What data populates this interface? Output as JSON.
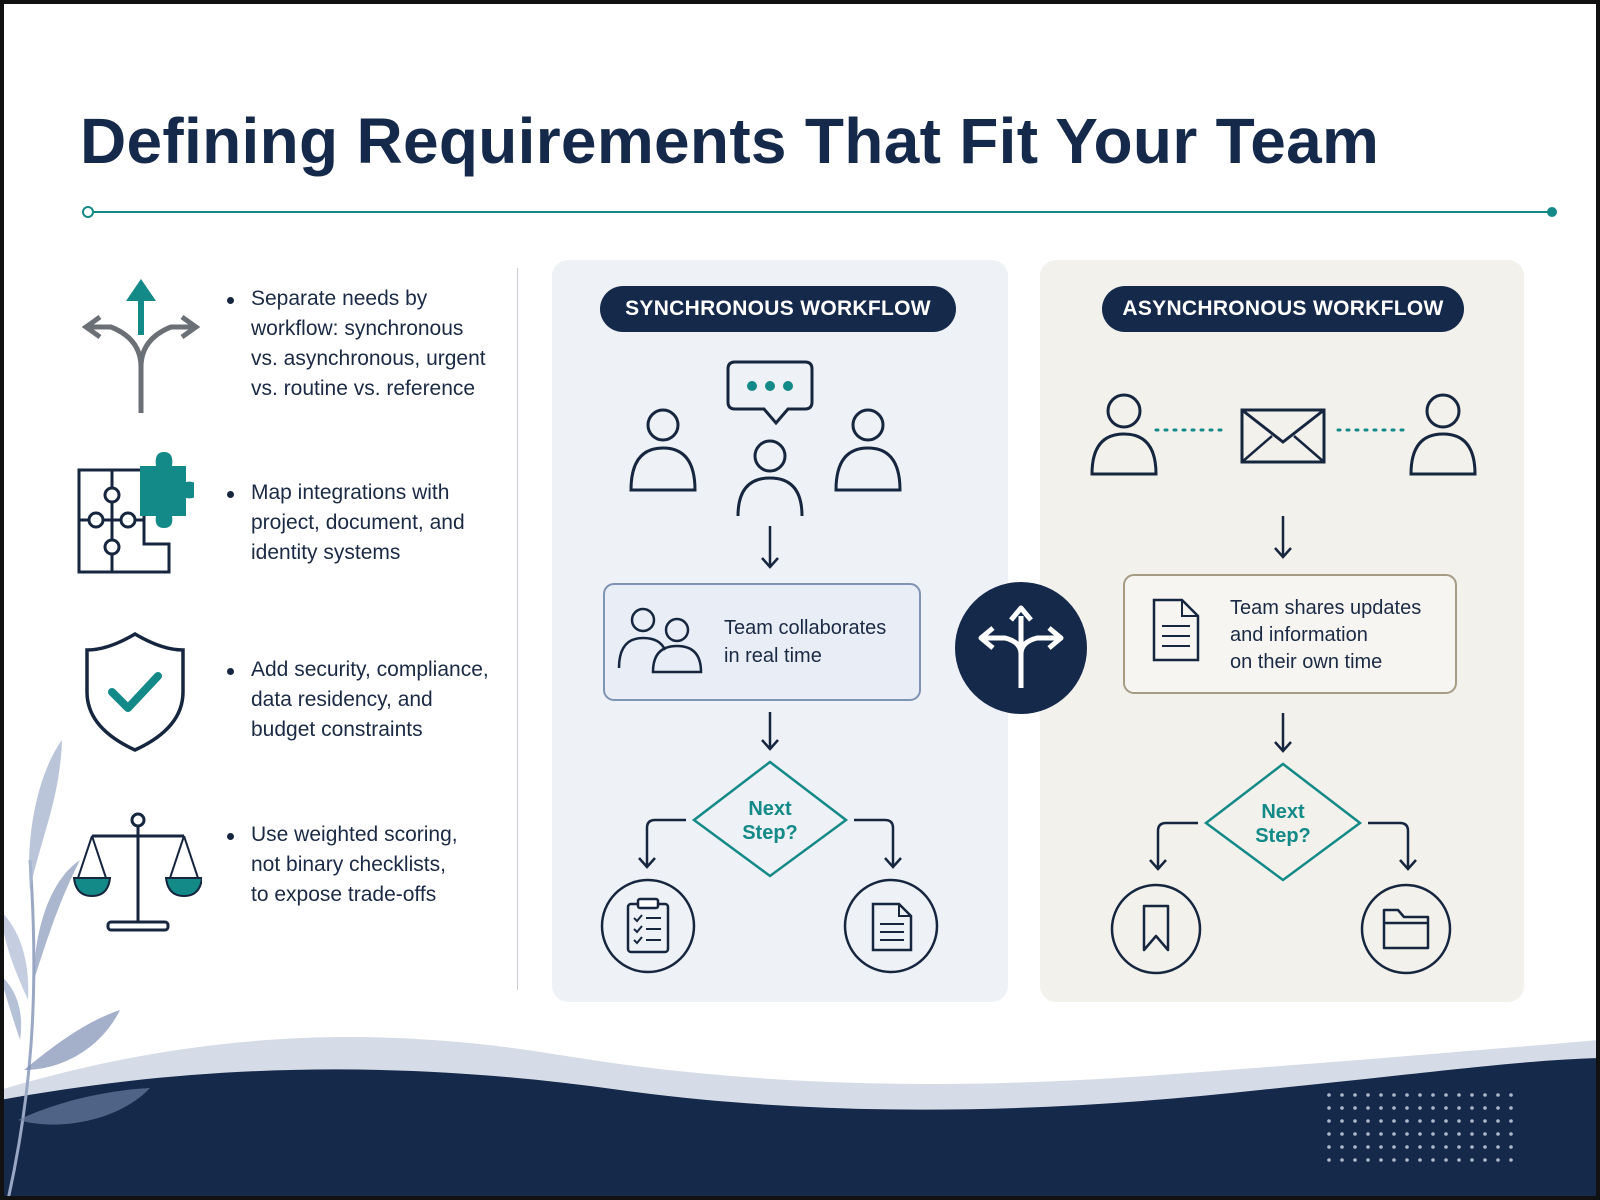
{
  "title": "Defining Requirements That Fit Your Team",
  "colors": {
    "navy": "#15294a",
    "teal": "#138a87",
    "text": "#1b2a44",
    "sync_panel_bg": "#eef1f6",
    "async_panel_bg": "#f2f1ec",
    "sync_box_border": "#7f93b3",
    "async_box_border": "#a69c86"
  },
  "requirements": [
    {
      "icon": "split-arrows-icon",
      "lines": [
        "Separate needs by",
        "workflow: synchronous",
        "vs. asynchronous, urgent",
        "vs. routine vs. reference"
      ]
    },
    {
      "icon": "puzzle-icon",
      "lines": [
        "Map integrations with",
        "project, document, and",
        "identity systems"
      ]
    },
    {
      "icon": "shield-check-icon",
      "lines": [
        "Add security, compliance,",
        "data residency, and",
        "budget constraints"
      ]
    },
    {
      "icon": "balance-scale-icon",
      "lines": [
        "Use weighted scoring,",
        "not binary checklists,",
        "to expose trade-offs"
      ]
    }
  ],
  "sync": {
    "label": "SYNCHRONOUS WORKFLOW",
    "box_lines": [
      "Team collaborates",
      "in real time"
    ],
    "decision_lines": [
      "Next",
      "Step?"
    ],
    "icons": [
      "users-icon",
      "chat-bubble-icon",
      "team-icon",
      "clipboard-checklist-icon",
      "document-icon"
    ]
  },
  "async": {
    "label": "ASYNCHRONOUS WORKFLOW",
    "box_lines": [
      "Team shares updates",
      "and information",
      "on their own time"
    ],
    "decision_lines": [
      "Next",
      "Step?"
    ],
    "icons": [
      "user-icon",
      "envelope-icon",
      "document-icon",
      "bookmark-icon",
      "folder-icon"
    ]
  },
  "center_icon": "split-arrows-icon"
}
